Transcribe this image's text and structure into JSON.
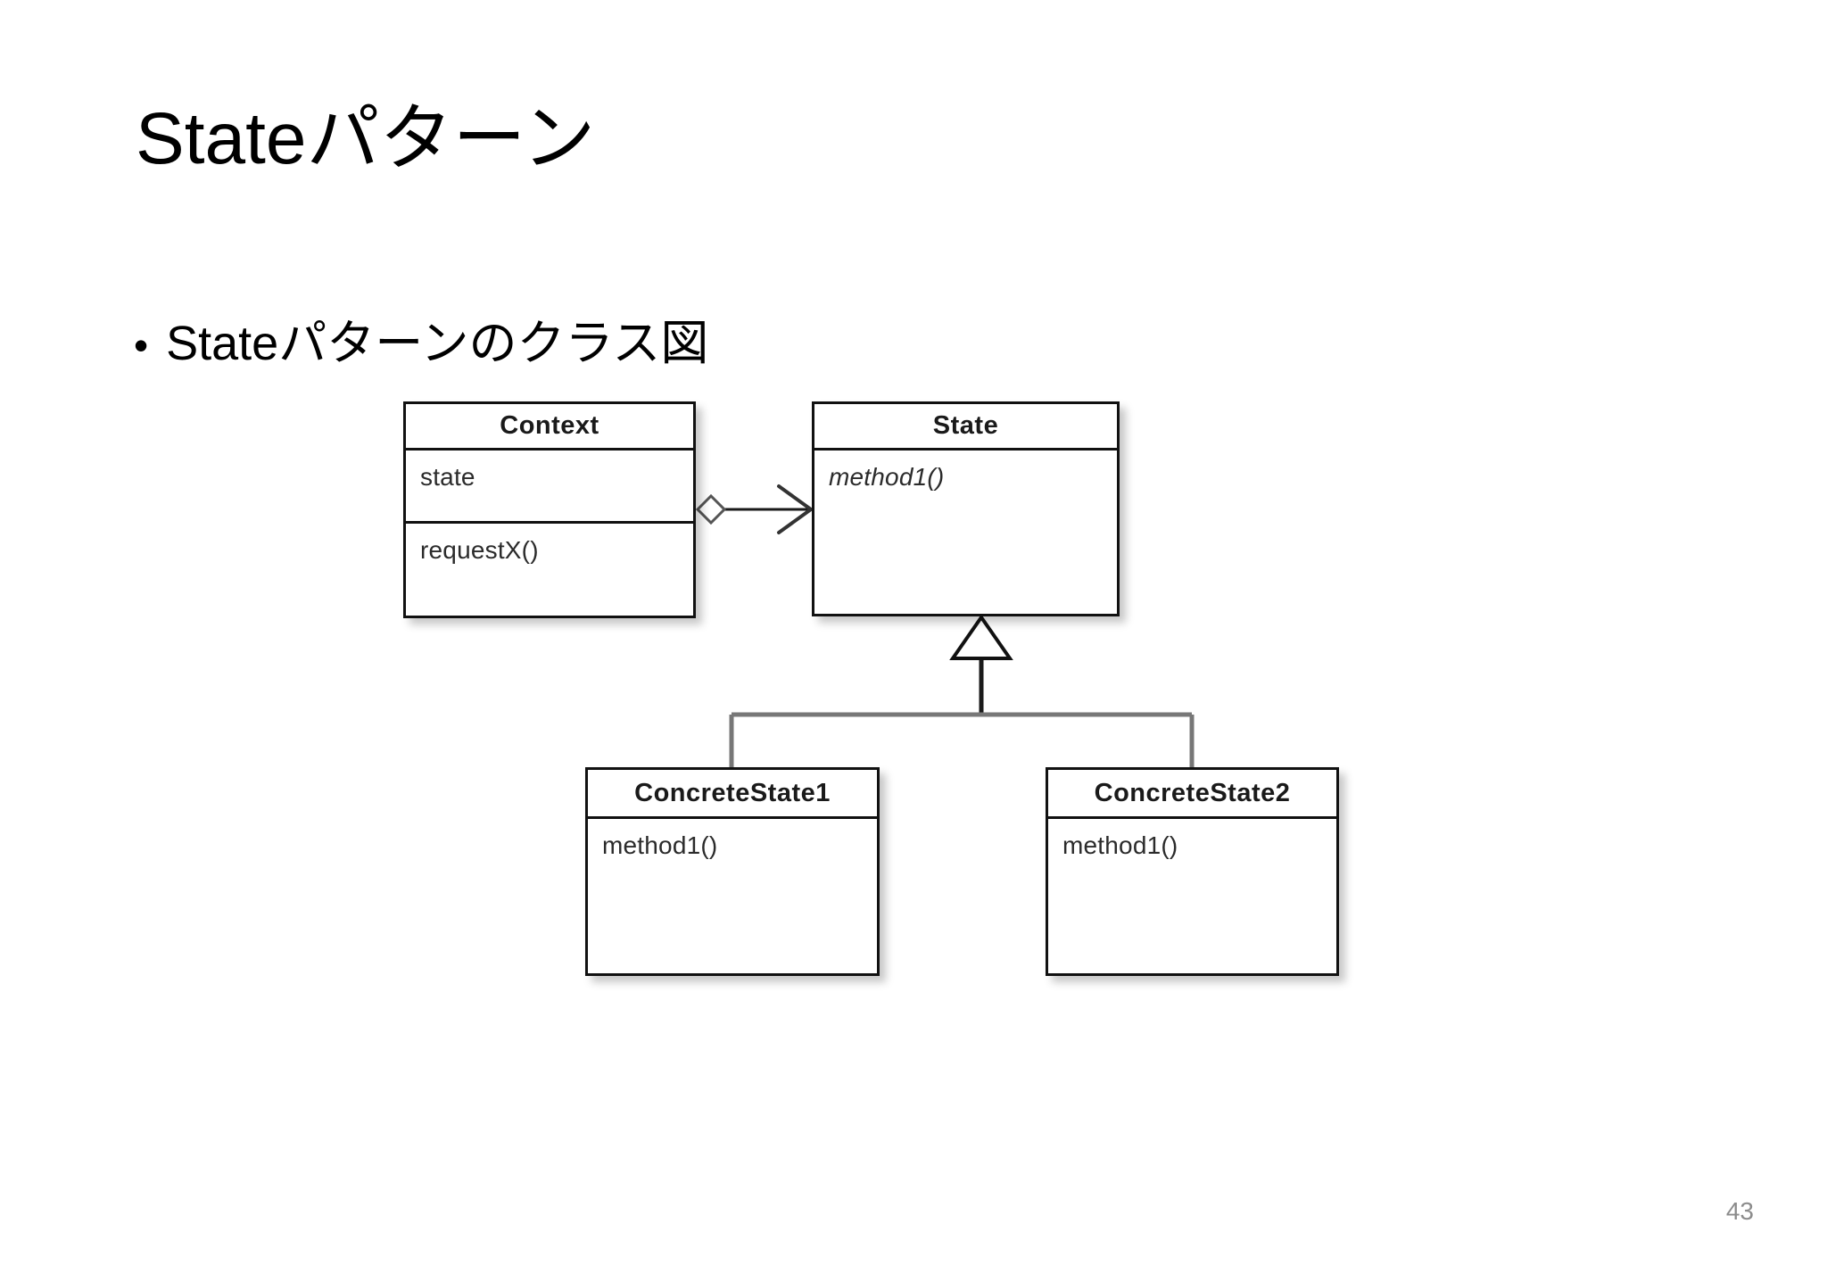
{
  "slide": {
    "title": "Stateパターン",
    "page_number": "43",
    "page_number_color": "#8c8c8c",
    "background_color": "#ffffff"
  },
  "body": {
    "bullet_glyph": "•",
    "bullet_text": "Stateパターンのクラス図"
  },
  "diagram": {
    "type": "uml-class-diagram",
    "classes": [
      {
        "id": "context",
        "name": "Context",
        "attributes": [
          "state"
        ],
        "operations": [
          "requestX()"
        ],
        "abstract": false
      },
      {
        "id": "state",
        "name": "State",
        "attributes": [],
        "operations": [
          "method1()"
        ],
        "abstract": true
      },
      {
        "id": "concrete-state-1",
        "name": "ConcreteState1",
        "attributes": [],
        "operations": [
          "method1()"
        ],
        "abstract": false
      },
      {
        "id": "concrete-state-2",
        "name": "ConcreteState2",
        "attributes": [],
        "operations": [
          "method1()"
        ],
        "abstract": false
      }
    ],
    "relationships": [
      {
        "id": "context-aggregates-state",
        "kind": "aggregation",
        "from": "context",
        "to": "state",
        "source_decoration": "hollow-diamond",
        "target_decoration": "open-arrow",
        "line_color": "#1a1a1a"
      },
      {
        "id": "concrete-state-1-extends-state",
        "kind": "generalization",
        "from": "concrete-state-1",
        "to": "state",
        "target_decoration": "hollow-triangle",
        "line_color": "#777777"
      },
      {
        "id": "concrete-state-2-extends-state",
        "kind": "generalization",
        "from": "concrete-state-2",
        "to": "state",
        "target_decoration": "hollow-triangle",
        "line_color": "#777777"
      }
    ],
    "colors": {
      "box_border": "#111111",
      "box_fill": "#ffffff",
      "connector_dark": "#1a1a1a",
      "connector_gray": "#777777",
      "text": "#1a1a1a"
    }
  }
}
